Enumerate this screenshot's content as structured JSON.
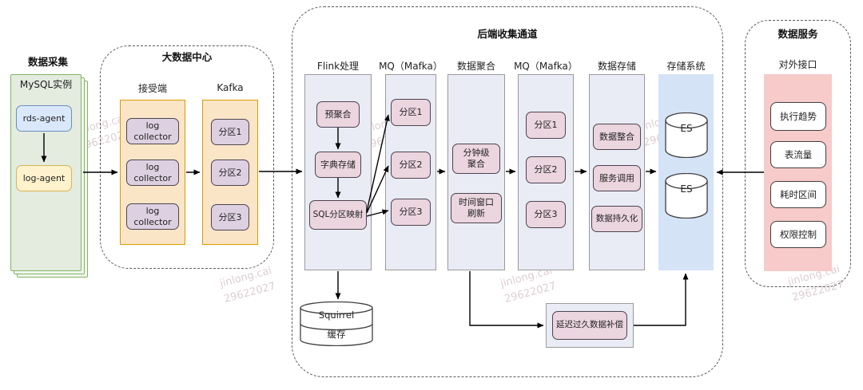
{
  "watermark": {
    "text": "jinlong.cai\n29622027"
  },
  "colors": {
    "green_fill": "#e4ebdf",
    "green_border": "#82b366",
    "blue_fill": "#dae8fc",
    "blue_border": "#6c8ebf",
    "yellow_fill": "#fff2cc",
    "yellow_border": "#d6b656",
    "orange_fill": "#fbe5c7",
    "orange_border": "#d79b00",
    "purple_fill": "#ddd1e1",
    "pink_fill": "#ebd5de",
    "column_fill": "#e9ecf4",
    "column_border": "#9a9a9a",
    "storage_fill": "#d5e3f7",
    "service_fill": "#f6cbc9",
    "node_border": "#4d4450",
    "arrow": "#000000"
  },
  "sections": {
    "collection": {
      "title": "数据采集",
      "instance": "MySQL实例",
      "rds": "rds-agent",
      "log": "log-agent"
    },
    "center": {
      "title": "大数据中心",
      "receiver_label": "接受端",
      "collectors": [
        "log collector",
        "log collector",
        "log collector"
      ],
      "kafka_label": "Kafka",
      "kafka_parts": [
        "分区1",
        "分区2",
        "分区3"
      ]
    },
    "backend": {
      "title": "后端收集通道",
      "flink": {
        "label": "Flink处理",
        "items": [
          "预聚合",
          "字典存储",
          "SQL分区映射"
        ]
      },
      "mq1": {
        "label": "MQ（Mafka）",
        "parts": [
          "分区1",
          "分区2",
          "分区3"
        ]
      },
      "agg": {
        "label": "数据聚合",
        "items": [
          "分钟级\n聚合",
          "时间窗口\n刷新"
        ]
      },
      "mq2": {
        "label": "MQ（Mafka）",
        "parts": [
          "分区1",
          "分区2",
          "分区3"
        ]
      },
      "store": {
        "label": "数据存储",
        "items": [
          "数据整合",
          "服务调用",
          "数据持久化"
        ]
      },
      "storage": {
        "label": "存储系统",
        "es": [
          "ES",
          "ES"
        ]
      },
      "squirrel": {
        "name": "Squirrel",
        "sub": "缓存"
      },
      "compensation": "延迟过久数据补偿"
    },
    "service": {
      "title": "数据服务",
      "api_label": "对外接口",
      "items": [
        "执行趋势",
        "表流量",
        "耗时区间",
        "权限控制"
      ]
    }
  }
}
